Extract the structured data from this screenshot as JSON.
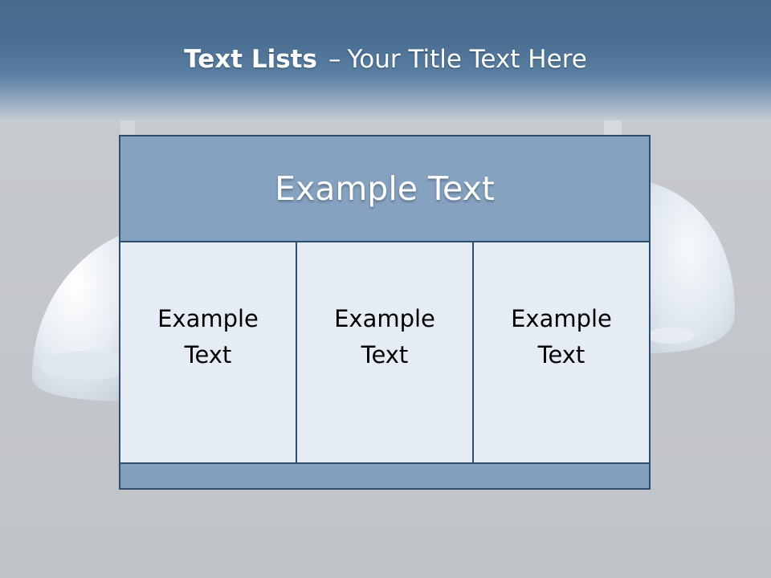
{
  "slide": {
    "title_bold": "Text Lists",
    "title_sep": "–",
    "title_rest": "Your Title Text Here"
  },
  "box": {
    "header": "Example Text",
    "columns": [
      "Example\nText",
      "Example\nText",
      "Example\nText"
    ]
  },
  "colors": {
    "header_band": "#4a6f93",
    "box_header": "#85a3c1",
    "box_border": "#2f4d6c",
    "column_fill": "#e6ecf3"
  }
}
